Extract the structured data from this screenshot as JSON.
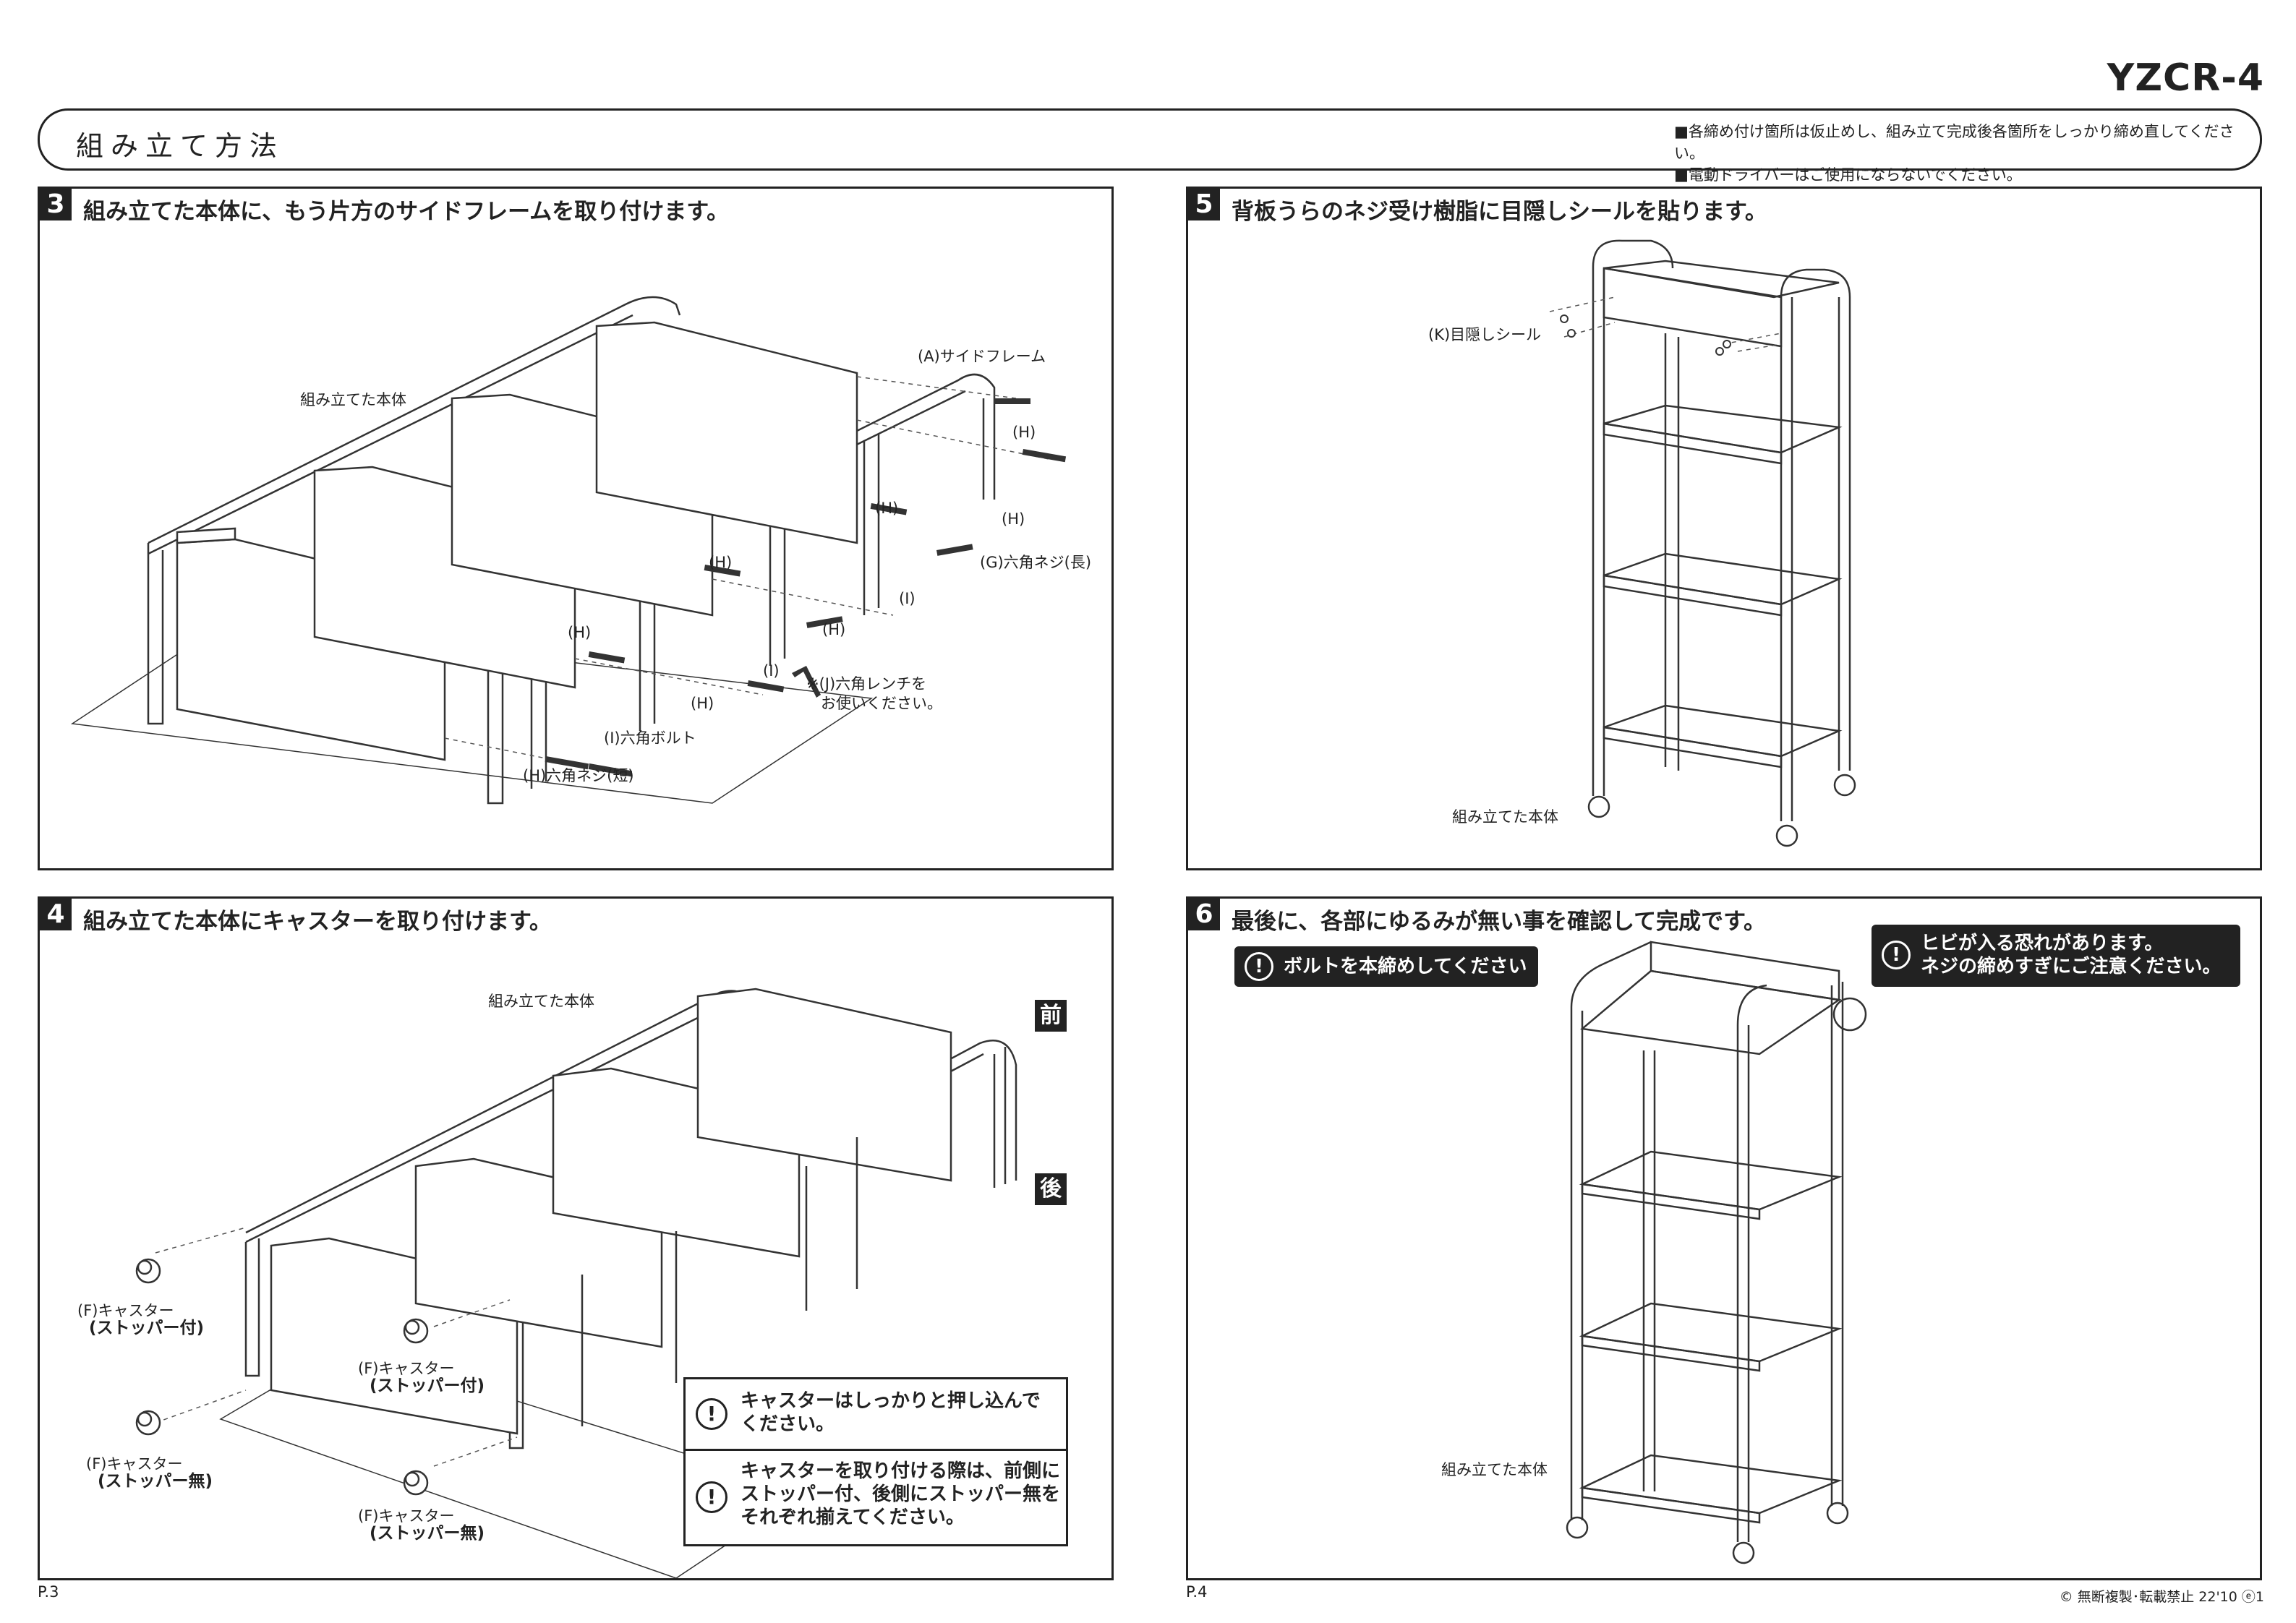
{
  "model": "YZCR-4",
  "header": {
    "title": "組み立て方法",
    "notes": [
      "■各締め付け箇所は仮止めし、組み立て完成後各箇所をしっかり締め直してください。",
      "■電動ドライバーはご使用にならないでください。"
    ]
  },
  "step3": {
    "number": "3",
    "title": "組み立てた本体に、もう片方のサイドフレームを取り付けます。",
    "labels": {
      "body": "組み立てた本体",
      "side_frame": "(A)サイドフレーム",
      "h1": "(H)",
      "h2": "(H)",
      "h3": "(H)",
      "h4": "(H)",
      "h5": "(H)",
      "h6": "(H)",
      "h7": "(H)",
      "g_screw": "(G)六角ネジ(長)",
      "i1": "(I)",
      "i2": "(I)",
      "wrench_1": "※(J)六角レンチを",
      "wrench_2": "お使いください。",
      "i_bolt": "(I)六角ボルト",
      "h_screw": "(H)六角ネジ(短)"
    }
  },
  "step4": {
    "number": "4",
    "title": "組み立てた本体にキャスターを取り付けます。",
    "labels": {
      "body": "組み立てた本体",
      "front": "前",
      "back": "後",
      "caster1_a": "(F)キャスター",
      "caster1_b": "(ストッパー付)",
      "caster2_a": "(F)キャスター",
      "caster2_b": "(ストッパー付)",
      "caster3_a": "(F)キャスター",
      "caster3_b": "(ストッパー無)",
      "caster4_a": "(F)キャスター",
      "caster4_b": "(ストッパー無)"
    },
    "caution": [
      "キャスターはしっかりと押し込んで\nください。",
      "キャスターを取り付ける際は、前側に\nストッパー付、後側にストッパー無を\nそれぞれ揃えてください。"
    ]
  },
  "step5": {
    "number": "5",
    "title": "背板うらのネジ受け樹脂に目隠しシールを貼ります。",
    "labels": {
      "seal": "(K)目隠しシール",
      "body": "組み立てた本体"
    }
  },
  "step6": {
    "number": "6",
    "title": "最後に、各部にゆるみが無い事を確認して完成です。",
    "notice_bolt": "ボルトを本締めしてください",
    "notice_crack": "ヒビが入る恐れがあります。\nネジの締めすぎにご注意ください。",
    "labels": {
      "body": "組み立てた本体"
    }
  },
  "footer": {
    "page_left": "P.3",
    "page_right": "P.4",
    "copyright": "© 無断複製･転載禁止 22'10 ⓔ1"
  }
}
